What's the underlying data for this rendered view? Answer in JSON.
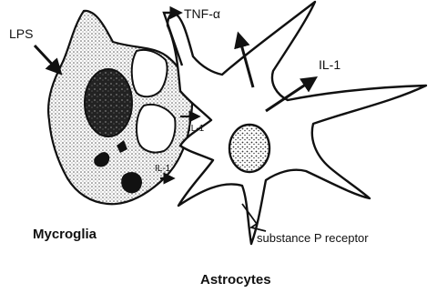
{
  "labels": {
    "lps": "LPS",
    "tnf": "TNF-α",
    "il1_main": "IL-1",
    "il1_upper": "IL-1",
    "il1_lower": "IL-1",
    "substance_p": "substance P receptor",
    "microglia": "Mycroglia",
    "astrocytes": "Astrocytes"
  }
}
